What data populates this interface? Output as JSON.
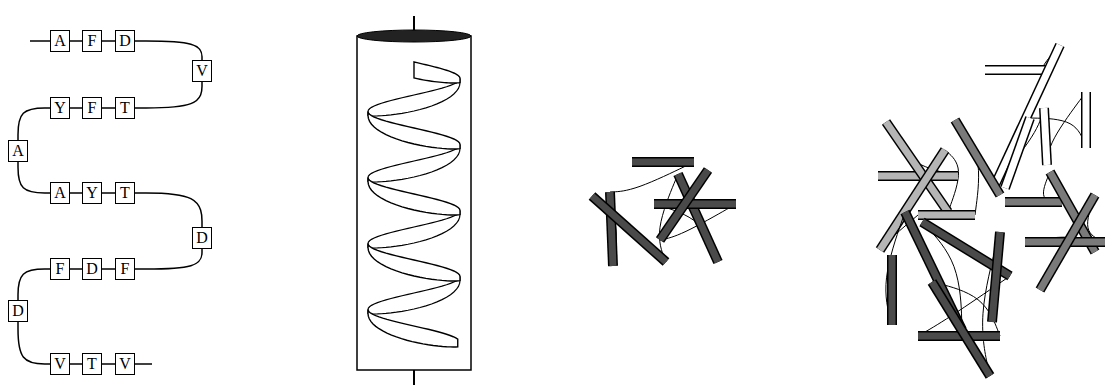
{
  "diagram": {
    "nodes": [
      {
        "text": [
          "A"
        ]
      },
      {
        "text": [
          "F"
        ]
      },
      {
        "text": [
          "D"
        ]
      },
      {
        "text": [
          "V"
        ]
      },
      {
        "text": [
          "Y"
        ]
      },
      {
        "text": [
          "F"
        ]
      },
      {
        "text": [
          "T"
        ]
      },
      {
        "text": [
          "A"
        ]
      },
      {
        "text": [
          "A"
        ]
      },
      {
        "text": [
          "Y"
        ]
      },
      {
        "text": [
          "T"
        ]
      },
      {
        "text": [
          "D"
        ]
      },
      {
        "text": [
          "F"
        ]
      },
      {
        "text": [
          "D"
        ]
      },
      {
        "text": [
          "F"
        ]
      },
      {
        "text": [
          "D"
        ]
      },
      {
        "text": [
          "V"
        ]
      },
      {
        "text": [
          "T"
        ]
      },
      {
        "text": [
          "V"
        ]
      }
    ],
    "edges": [
      {
        "from": 0,
        "to": 1,
        "arrow": "none"
      },
      {
        "from": 1,
        "to": 2,
        "arrow": "none"
      },
      {
        "from": 2,
        "to": 3,
        "arrow": "none"
      },
      {
        "from": 3,
        "to": 6,
        "arrow": "none"
      },
      {
        "from": 6,
        "to": 5,
        "arrow": "none"
      },
      {
        "from": 5,
        "to": 4,
        "arrow": "none"
      },
      {
        "from": 4,
        "to": 7,
        "arrow": "none"
      },
      {
        "from": 7,
        "to": 8,
        "arrow": "none"
      },
      {
        "from": 8,
        "to": 9,
        "arrow": "none"
      },
      {
        "from": 9,
        "to": 10,
        "arrow": "none"
      },
      {
        "from": 10,
        "to": 11,
        "arrow": "none"
      },
      {
        "from": 11,
        "to": 14,
        "arrow": "none"
      },
      {
        "from": 14,
        "to": 13,
        "arrow": "none"
      },
      {
        "from": 13,
        "to": 12,
        "arrow": "none"
      },
      {
        "from": 12,
        "to": 15,
        "arrow": "none"
      },
      {
        "from": 15,
        "to": 16,
        "arrow": "none"
      },
      {
        "from": 16,
        "to": 17,
        "arrow": "none"
      },
      {
        "from": 17,
        "to": 18,
        "arrow": "none"
      }
    ]
  }
}
